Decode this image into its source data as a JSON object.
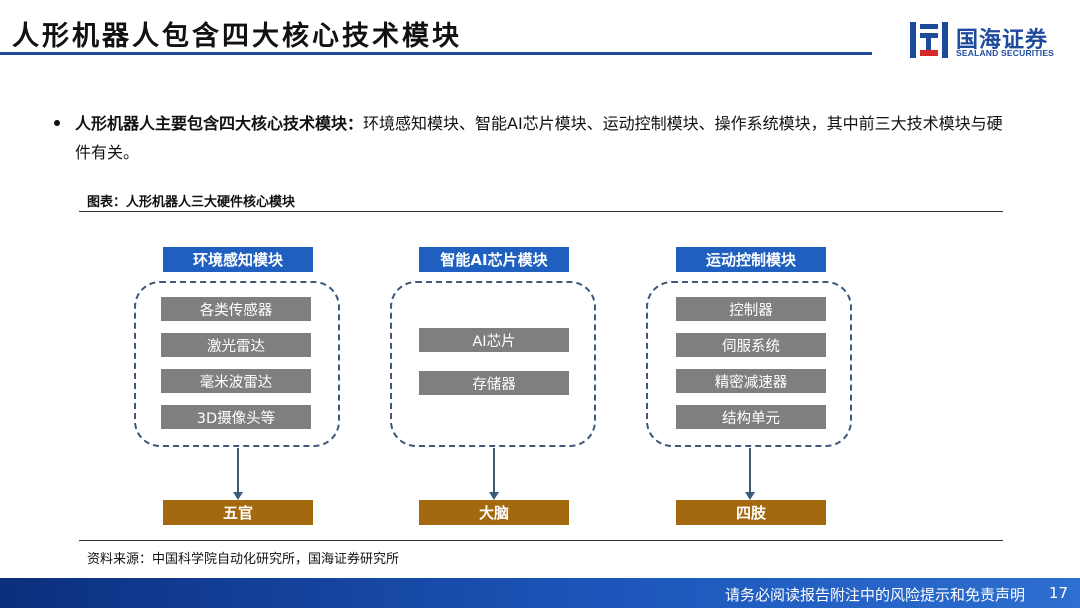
{
  "header": {
    "title": "人形机器人包含四大核心技术模块",
    "logo_cn": "国海证券",
    "logo_en": "SEALAND SECURITIES"
  },
  "bullet": {
    "bold": "人形机器人主要包含四大核心技术模块：",
    "text": "环境感知模块、智能AI芯片模块、运动控制模块、操作系统模块，其中前三大技术模块与硬件有关。"
  },
  "figure": {
    "caption": "图表：人形机器人三大硬件核心模块",
    "modules": [
      {
        "title": "环境感知模块",
        "items": [
          "各类传感器",
          "激光雷达",
          "毫米波雷达",
          "3D摄像头等"
        ],
        "outcome": "五官"
      },
      {
        "title": "智能AI芯片模块",
        "items": [
          "AI芯片",
          "存储器"
        ],
        "outcome": "大脑"
      },
      {
        "title": "运动控制模块",
        "items": [
          "控制器",
          "伺服系统",
          "精密减速器",
          "结构单元"
        ],
        "outcome": "四肢"
      }
    ],
    "source": "资料来源：中国科学院自动化研究所，国海证券研究所"
  },
  "footer": {
    "disclaimer": "请务必阅读报告附注中的风险提示和免责声明",
    "page_number": "17"
  },
  "colors": {
    "brand_blue": "#1e4a9c",
    "module_title_bg": "#1f5fbf",
    "item_bg": "#7f7f7f",
    "outcome_bg": "#a4680f"
  }
}
